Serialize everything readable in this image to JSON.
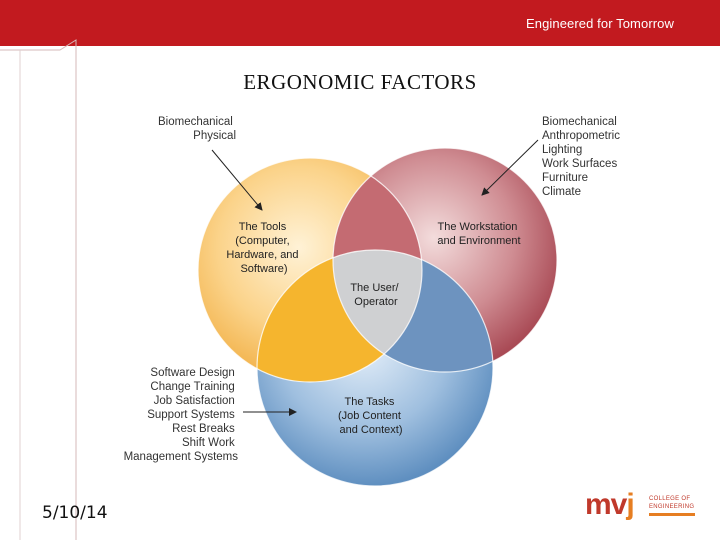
{
  "header": {
    "tagline": "Engineered for Tomorrow",
    "bar_color": "#c21a1f"
  },
  "slide": {
    "title": "ERGONOMIC FACTORS",
    "date": "5/10/14"
  },
  "diagram": {
    "circles": [
      {
        "name": "The Tools",
        "lines": [
          "The Tools",
          "(Computer,",
          "Hardware, and",
          "Software)"
        ],
        "color": "#f7c46a"
      },
      {
        "name": "The Workstation and Environment",
        "lines": [
          "The Workstation",
          "and Environment"
        ],
        "color": "#b55560"
      },
      {
        "name": "The Tasks",
        "lines": [
          "The Tasks",
          "(Job Content",
          "and Context)"
        ],
        "color": "#6a9ac8"
      }
    ],
    "center": {
      "lines": [
        "The User/",
        "Operator"
      ]
    },
    "callouts": {
      "tools": [
        "Biomechanical",
        "Physical"
      ],
      "workstation": [
        "Biomechanical",
        "Anthropometric",
        "Lighting",
        "Work Surfaces",
        "Furniture",
        "Climate"
      ],
      "tasks": [
        "Software Design",
        "Change Training",
        "Job Satisfaction",
        "Support Systems",
        "Rest Breaks",
        "Shift Work",
        "Management Systems"
      ]
    }
  },
  "logo": {
    "wordmark_m": "mv",
    "wordmark_j": "j",
    "line1": "COLLEGE OF",
    "line2": "ENGINEERING"
  }
}
